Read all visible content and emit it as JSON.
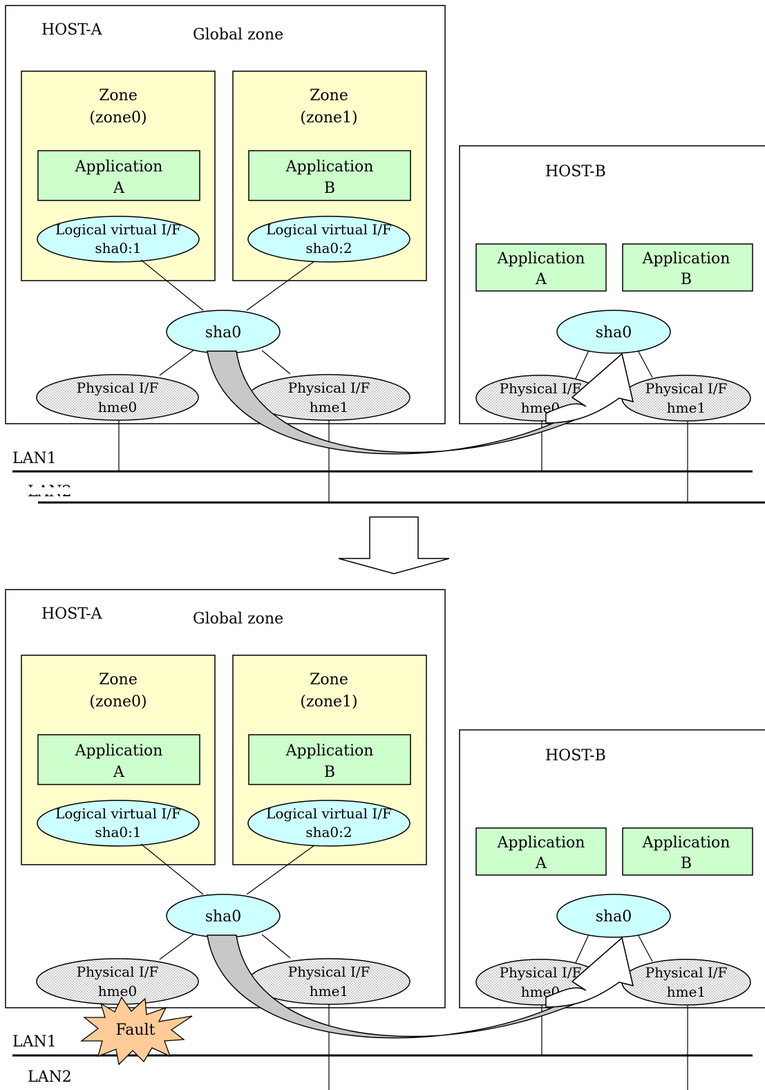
{
  "labels": {
    "host_a": "HOST-A",
    "host_b": "HOST-B",
    "global_zone": "Global zone",
    "zone": "Zone",
    "zone0": "(zone0)",
    "zone1": "(zone1)",
    "application": "Application",
    "app_a_letter": "A",
    "app_b_letter": "B",
    "logical_vif": "Logical virtual I/F",
    "sha0_1": "sha0:1",
    "sha0_2": "sha0:2",
    "sha0": "sha0",
    "physical_if": "Physical I/F",
    "hme0": "hme0",
    "hme1": "hme1",
    "lan1": "LAN1",
    "lan2": "LAN2",
    "fault": "Fault"
  },
  "colors": {
    "zone_fill": "#ffffcc",
    "app_fill": "#ccffcc",
    "logical_fill": "#ccffff",
    "physical_fill": "#e0e0e0",
    "migration_arrow_fill": "#c8c8c8",
    "fault_fill": "#ffcc99"
  }
}
